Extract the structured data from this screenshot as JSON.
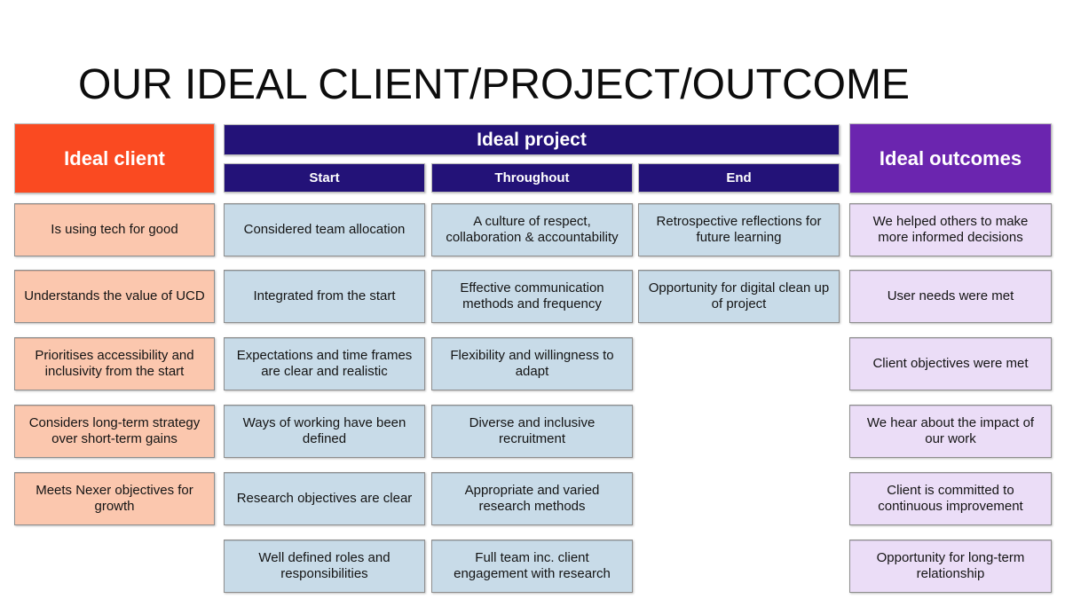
{
  "title": "OUR IDEAL CLIENT/PROJECT/OUTCOME",
  "colors": {
    "background": "#FFFFFF",
    "client_header_bg": "#FA4A21",
    "project_header_bg": "#231278",
    "outcomes_header_bg": "#6B25AF",
    "client_cell_bg": "#FBC7AE",
    "project_cell_bg": "#C8DBE8",
    "outcomes_cell_bg": "#EBDDF7",
    "header_text": "#FFFFFF",
    "cell_text": "#141414",
    "cell_border": "#8E8E8E"
  },
  "client": {
    "header": "Ideal client",
    "cells": [
      "Is using tech for good",
      "Understands the value of UCD",
      "Prioritises accessibility and inclusivity from the start",
      "Considers long-term strategy over short-term gains",
      "Meets Nexer objectives for growth"
    ]
  },
  "project": {
    "header": "Ideal project",
    "start": {
      "label": "Start",
      "cells": [
        "Considered team allocation",
        "Integrated from the start",
        "Expectations and time frames are clear and realistic",
        "Ways of working have been defined",
        "Research objectives are clear",
        "Well defined roles and responsibilities"
      ]
    },
    "throughout": {
      "label": "Throughout",
      "cells": [
        "A culture of respect, collaboration & accountability",
        "Effective communication methods and frequency",
        "Flexibility and willingness to adapt",
        "Diverse and inclusive recruitment",
        "Appropriate and varied research methods",
        "Full team inc. client engagement with research"
      ]
    },
    "end": {
      "label": "End",
      "cells": [
        "Retrospective reflections for future learning",
        "Opportunity for digital clean up of project"
      ]
    }
  },
  "outcomes": {
    "header": "Ideal outcomes",
    "cells": [
      "We helped others to make more informed decisions",
      "User needs were met",
      "Client objectives were met",
      "We hear about the impact of our work",
      "Client is committed to continuous improvement",
      "Opportunity for long-term relationship"
    ]
  }
}
